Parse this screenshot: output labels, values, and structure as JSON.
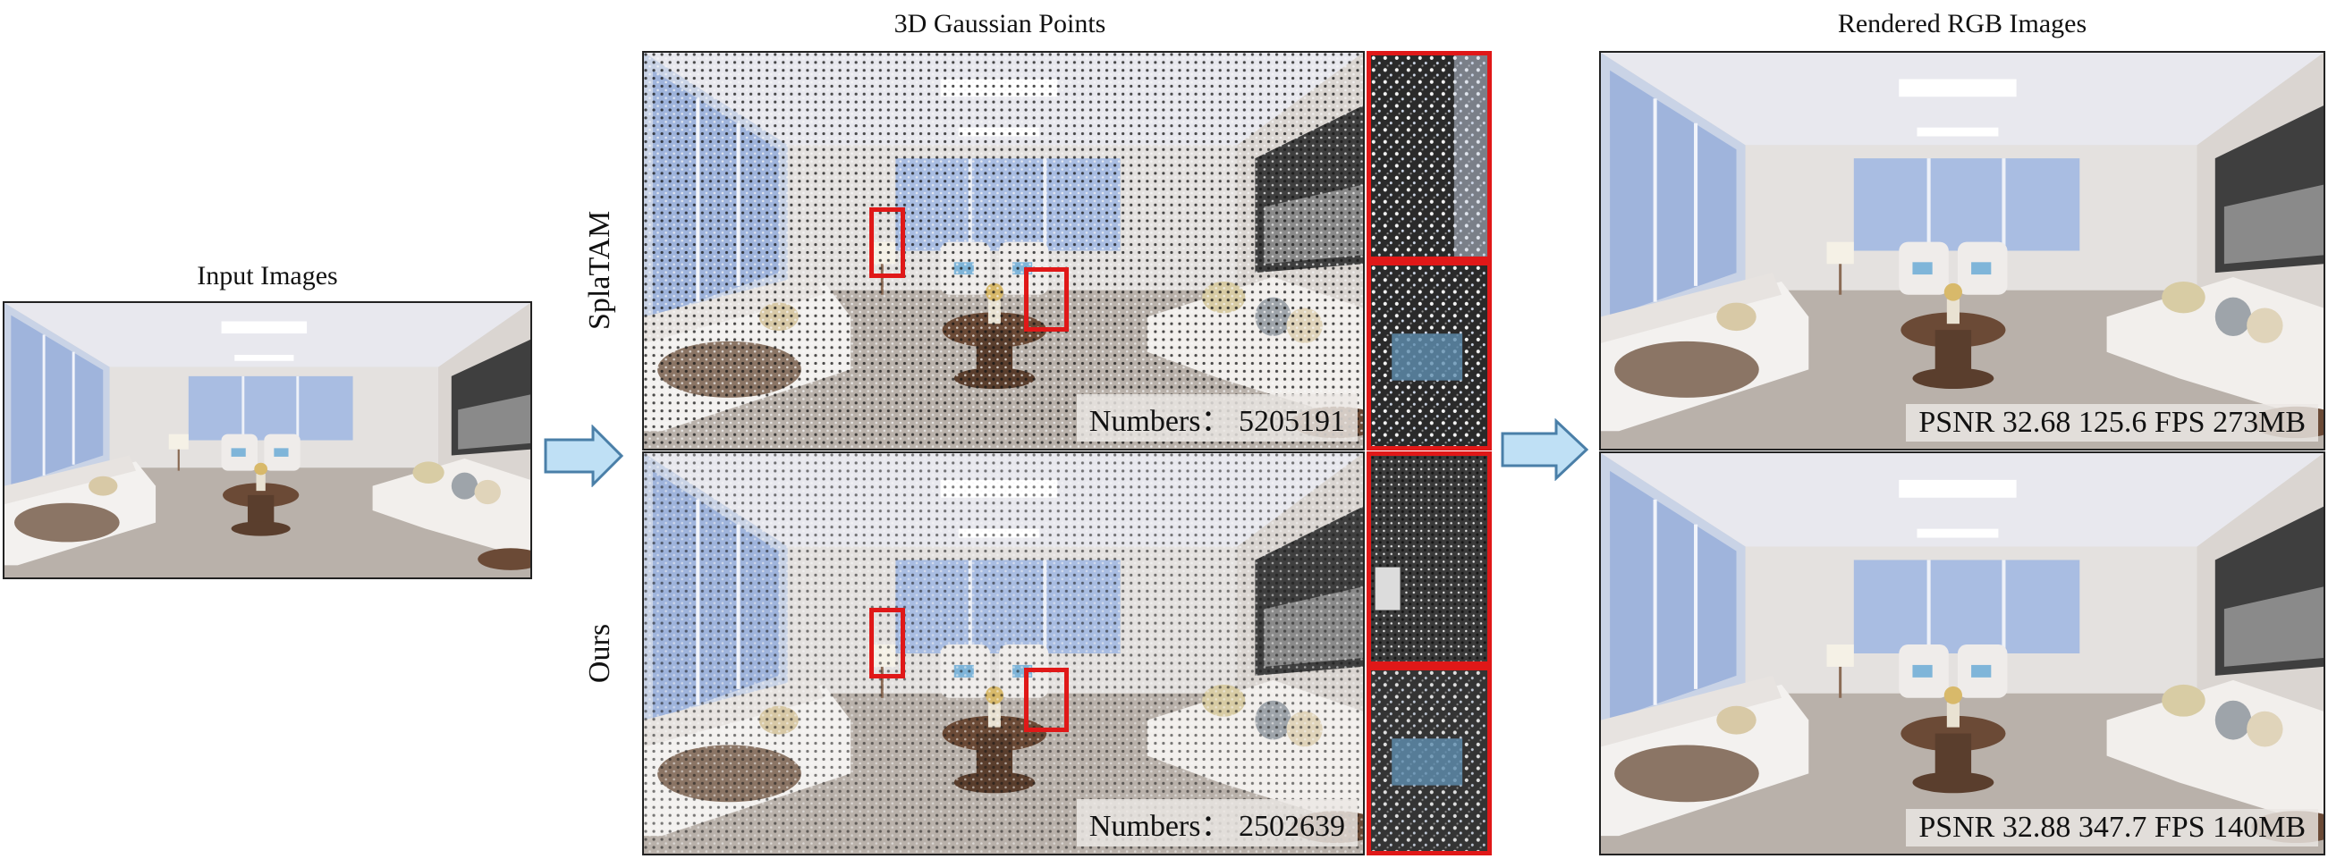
{
  "figure": {
    "input_title": "Input Images",
    "gaussian_title": "3D Gaussian Points",
    "rendered_title": "Rendered RGB Images",
    "rows": [
      {
        "method": "SplaTAM",
        "points_label": "Numbers： 5205191",
        "metrics_label": "PSNR 32.68 125.6 FPS 273MB"
      },
      {
        "method": "Ours",
        "points_label": "Numbers： 2502639",
        "metrics_label": "PSNR 32.88 347.7 FPS 140MB"
      }
    ]
  },
  "colors": {
    "highlight": "#e01818",
    "arrow_fill": "#bfe0f5",
    "arrow_stroke": "#4a7fa8"
  }
}
